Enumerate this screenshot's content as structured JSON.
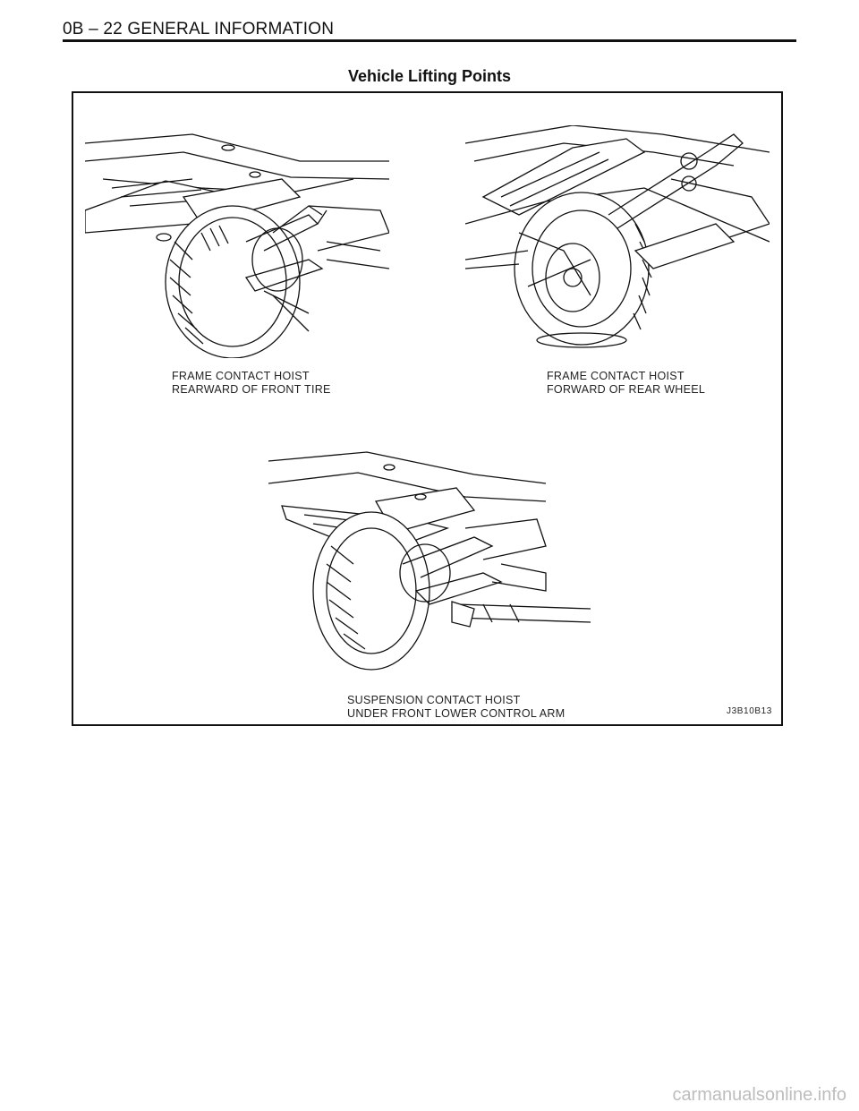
{
  "header": {
    "section": "0B – 22 GENERAL INFORMATION"
  },
  "title": "Vehicle Lifting Points",
  "figures": [
    {
      "caption_line1": "FRAME CONTACT HOIST",
      "caption_line2": "REARWARD OF FRONT TIRE"
    },
    {
      "caption_line1": "FRAME CONTACT HOIST",
      "caption_line2": "FORWARD OF REAR WHEEL"
    },
    {
      "caption_line1": "SUSPENSION CONTACT HOIST",
      "caption_line2": "UNDER FRONT LOWER CONTROL ARM"
    }
  ],
  "figure_code": "J3B10B13",
  "watermark": "carmanualsonline.info"
}
